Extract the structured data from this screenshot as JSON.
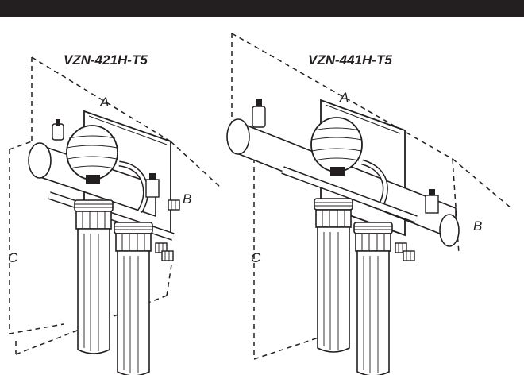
{
  "header": {
    "bar_color": "#231f20"
  },
  "models": [
    {
      "title": "VZN-421H-T5",
      "dims": {
        "a": "A",
        "b": "B",
        "c": "C"
      }
    },
    {
      "title": "VZN-441H-T5",
      "dims": {
        "a": "A",
        "b": "B",
        "c": "C"
      }
    }
  ],
  "colors": {
    "line": "#231f20",
    "background": "#ffffff"
  }
}
